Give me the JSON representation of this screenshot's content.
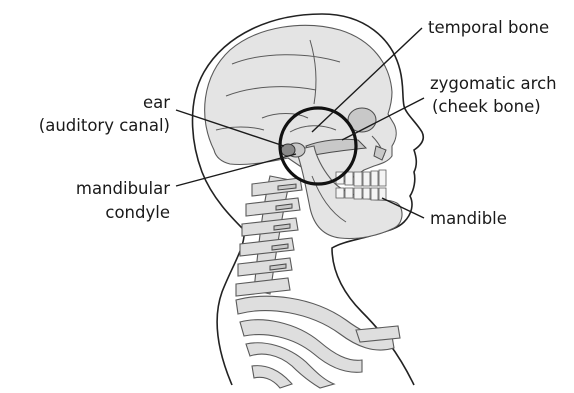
{
  "labels": {
    "temporal_bone": "temporal bone",
    "zygomatic_line1": "zygomatic arch",
    "zygomatic_line2": "(cheek bone)",
    "ear_line1": "ear",
    "ear_line2": "(auditory canal)",
    "condyle_line1": "mandibular",
    "condyle_line2": "condyle",
    "mandible": "mandible"
  },
  "colors": {
    "bone_fill": "#e4e4e4",
    "outline": "#222222",
    "focus_circle": "#111111"
  }
}
